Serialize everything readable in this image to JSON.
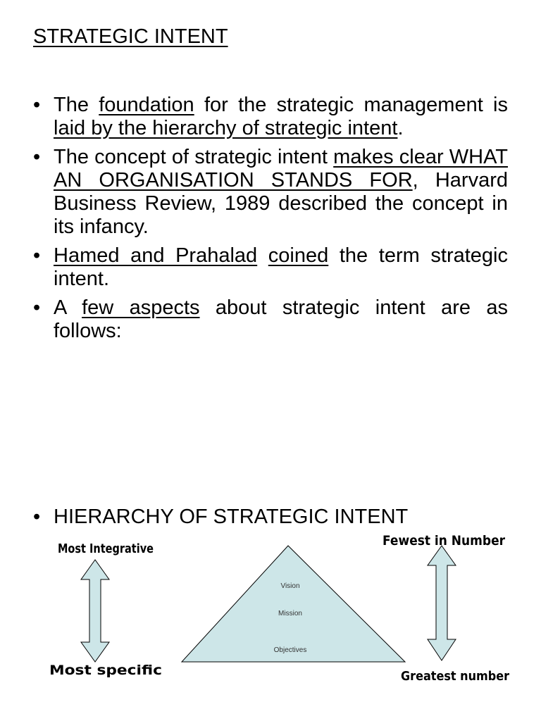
{
  "title": "STRATEGIC INTENT",
  "bullet_symbol": "•",
  "bullets": [
    {
      "parts": [
        {
          "text": "The ",
          "u": false
        },
        {
          "text": "foundation",
          "u": true
        },
        {
          "text": " for the strategic management is ",
          "u": false
        },
        {
          "text": "laid by the hierarchy of strategic intent",
          "u": true
        },
        {
          "text": ".",
          "u": false
        }
      ]
    },
    {
      "parts": [
        {
          "text": "The concept of strategic intent ",
          "u": false
        },
        {
          "text": "makes clear WHAT AN ORGANISATION STANDS FOR",
          "u": true
        },
        {
          "text": ", Harvard Business Review, 1989 described the concept in its infancy.",
          "u": false
        }
      ]
    },
    {
      "parts": [
        {
          "text": " ",
          "u": false
        },
        {
          "text": "Hamed and Prahalad",
          "u": true
        },
        {
          "text": " ",
          "u": false
        },
        {
          "text": "coined",
          "u": true
        },
        {
          "text": " the term strategic intent.",
          "u": false
        }
      ]
    },
    {
      "parts": [
        {
          "text": "A ",
          "u": false
        },
        {
          "text": "few aspects",
          "u": true
        },
        {
          "text": " about strategic intent are as follows:",
          "u": false
        }
      ]
    }
  ],
  "hierarchy_heading": "HIERARCHY OF STRATEGIC INTENT",
  "diagram": {
    "left_top_label": "Most Integrative",
    "left_bottom_label": "Most specific",
    "right_top_label": "Fewest in Number",
    "right_bottom_label": "Greatest number",
    "pyramid_levels": [
      "Vision",
      "Mission",
      "Objectives"
    ],
    "colors": {
      "fill": "#cde6e8",
      "stroke": "#000000"
    }
  }
}
